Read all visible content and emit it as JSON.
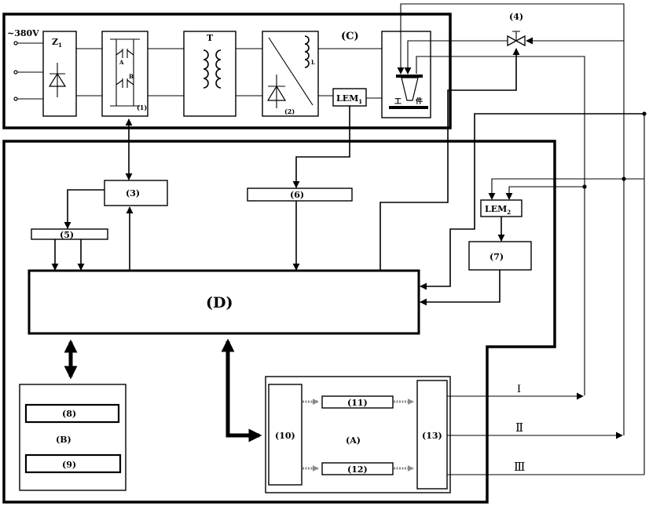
{
  "power": {
    "region_label": "(C)",
    "supply_label": "~380V",
    "rectifier": {
      "label": "Z",
      "sub": "1"
    },
    "inverter_label": "(1)",
    "inverter_terminal_a": "A",
    "inverter_terminal_b": "B",
    "transformer_label": "T",
    "output_rectifier_label": "(2)",
    "inductor_label": "L",
    "current_sensor": {
      "label": "LEM",
      "sub": "1"
    },
    "workpiece_text": [
      "工",
      "件"
    ]
  },
  "control": {
    "region_label": "(D)",
    "valve_label": "(4)",
    "block_3": "(3)",
    "block_5": "(5)",
    "block_6": "(6)",
    "block_7": "(7)",
    "current_sensor": {
      "label": "LEM",
      "sub": "2"
    }
  },
  "panel_b": {
    "region_label": "(B)",
    "block_8": "(8)",
    "block_9": "(9)"
  },
  "module_a": {
    "region_label": "(A)",
    "block_10": "(10)",
    "block_11": "(11)",
    "block_12": "(12)",
    "block_13": "(13)"
  },
  "outputs": [
    "I",
    "Ⅱ",
    "Ⅲ"
  ]
}
